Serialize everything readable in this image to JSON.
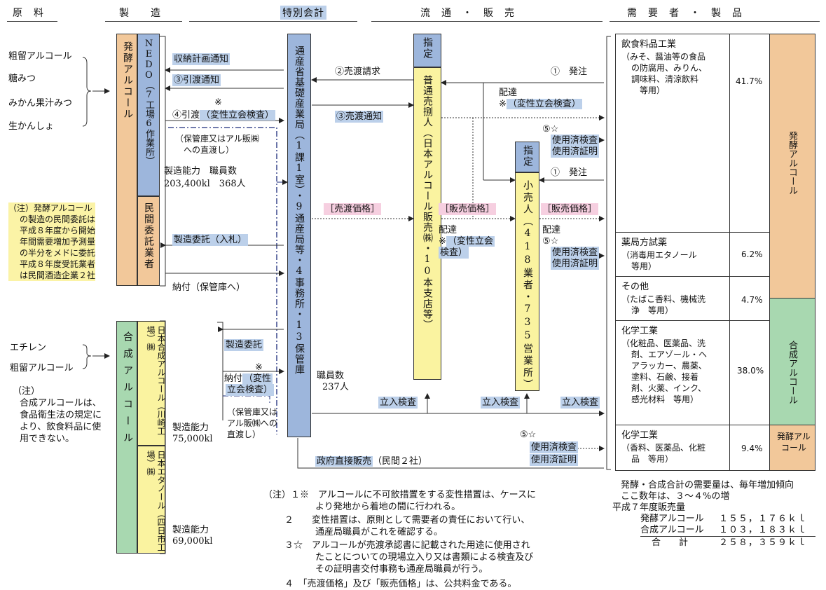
{
  "headers": {
    "raw": "原　料",
    "mfg": "製　　造",
    "special": "特別会計",
    "dist": "流　通　・　販　売",
    "demand": "需　要　者　・　製　品"
  },
  "raw_ferment": [
    "粗留アルコール",
    "糖みつ",
    "みかん果汁みつ",
    "生かんしょ"
  ],
  "raw_synth": [
    "エチレン",
    "粗留アルコール"
  ],
  "boxes": {
    "ferment": "発酵アルコール",
    "nedo": "NEDO（7工場6作業所）",
    "minkan": "民間委託業者",
    "synth": "合成アルコール",
    "kawasaki": "日本合成アルコール（川崎工場）㈱",
    "yokkaichi": "日本エタノール（四日市工場）㈱",
    "miti": "通産省基礎産業局（1課1室）・9通産局等・4事務所・13保管庫",
    "designated1": "指定",
    "wholesale": "普通売捌人（日本アルコール販売㈱・10本支店等）",
    "designated2": "指定",
    "retail": "小売人（418業者・735営業所）"
  },
  "labels": {
    "nedo_cap1": "製造能力　職員数",
    "nedo_cap2": "203,400kl　368人",
    "kawa_cap1": "製造能力",
    "kawa_cap2": "75,000kl",
    "yok_cap1": "製造能力",
    "yok_cap2": "69,000kl",
    "staff1": "職員数",
    "staff2": "237人",
    "receipt_notice": "収納計画通知",
    "handover_notice": "③引渡通知",
    "mark_a": "※",
    "handover": "④引渡",
    "denature_a": "（変性立会検査）",
    "direct1": "（保管庫又はアル販㈱",
    "direct2": "への直渡し）",
    "sell_req": "②売渡請求",
    "sell_notice": "③売渡通知",
    "order1": "①　発注",
    "delivery1": "配達",
    "mark_b": "※",
    "denature_b": "（変性立会検査）",
    "use5_a": "⑤☆",
    "used_insp_a": "使用済検査",
    "used_cert_a": "使用済証明",
    "order2": "①　発注",
    "sell_price": "［売渡価格］",
    "sale_price1": "［販売価格］",
    "sale_price2": "［販売価格］",
    "delivery2": "配達",
    "mark_c": "※",
    "denature_c1": "（変性立会",
    "denature_c2": "検査）",
    "delivery3": "配達",
    "use5_b": "⑤☆",
    "used_insp_b": "使用済検査",
    "used_cert_b": "使用済証明",
    "mfg_contract": "製造委託（入札）",
    "deliver_store": "納付（保管庫へ）",
    "mfg_contract2": "製造委託",
    "mark_d": "※",
    "deliver2": "納付",
    "denature_d1": "（変性",
    "denature_d2": "立会検査）",
    "direct3": "（保管庫又は",
    "direct4": "アル販㈱への",
    "direct5": "直渡し）",
    "inspect1": "立入検査",
    "inspect2": "立入検査",
    "inspect3": "立入検査",
    "use5_c": "⑤☆",
    "used_insp_c": "使用済検査",
    "used_cert_c": "使用済証明",
    "gov_direct": "政府直接販売",
    "gov_direct2": "（民間２社）"
  },
  "left_note": {
    "lines": [
      "（注）発酵アルコール",
      "の製造の民間委託は",
      "平成８年度から開始",
      "年間需要増加予測量",
      "の半分をメドに委託",
      "平成８年度受託業者",
      "は民間酒造企業２社"
    ]
  },
  "synth_note": {
    "lines": [
      "（注）",
      "合成アルコールは、",
      "食品衛生法の規定に",
      "より、飲食料品に使",
      "用できない。"
    ]
  },
  "demand_table": [
    {
      "name": "飲食料品工業",
      "desc": [
        "（みそ、醤油等の食品",
        "の防腐用、みりん、",
        "調味料、清涼飲料",
        "等用）"
      ],
      "pct": "41.7%"
    },
    {
      "name": "薬局方試薬",
      "desc": [
        "（消毒用エタノール",
        "等用）"
      ],
      "pct": "6.2%"
    },
    {
      "name": "その他",
      "desc": [
        "（たばこ香料、機械洗",
        "浄　等用）"
      ],
      "pct": "4.7%"
    },
    {
      "name": "化学工業",
      "desc": [
        "（化粧品、医薬品、洗",
        "剤、エアゾール・ヘ",
        "アラッカー、農薬、",
        "塗料、石鹸、接着",
        "剤、火薬、インク、",
        "感光材料　等用）"
      ],
      "pct": "38.0%"
    },
    {
      "name": "化学工業",
      "desc": [
        "（香料、医薬品、化粧",
        "品　等用）"
      ],
      "pct": "9.4%"
    }
  ],
  "side_labels": {
    "ferment1": "発酵アルコール",
    "synth": "合成アルコール",
    "ferment2": "発酵アルコール"
  },
  "summary": {
    "line1": "発酵・合成合計の需要量は、毎年増加傾向",
    "line2": "ここ数年は、３～４%の増",
    "line3": "平成７年度販売量",
    "rows": [
      {
        "label": "発酵アルコール",
        "value": "１５５，１７６ｋｌ"
      },
      {
        "label": "合成アルコール",
        "value": "１０３，１８３ｋｌ"
      },
      {
        "label": "合　　計",
        "value": "２５８，３５９ｋｌ"
      }
    ]
  },
  "bottom_notes": {
    "n1a": "（注）１※　アルコールに不可飲措置をする変性措置は、ケースに",
    "n1b": "より発地から着地の間に行われる。",
    "n2a": "２　　変性措置は、原則として需要者の責任において行い、",
    "n2b": "通産局職員がこれを確認する。",
    "n3a": "３☆　アルコールが売渡承認書に記載された用途に使用され",
    "n3b": "たことについての現場立入り又は書類による検査及び",
    "n3c": "その証明書交付事務も通産局職員が行う。",
    "n4": "４　「売渡価格」及び「販売価格」は、公共料金である。"
  },
  "colors": {
    "blue": "#9db6dc",
    "yellow": "#faf3a0",
    "orange": "#f2c89a",
    "green": "#a8d8b0",
    "pink": "#f6cfe0"
  }
}
